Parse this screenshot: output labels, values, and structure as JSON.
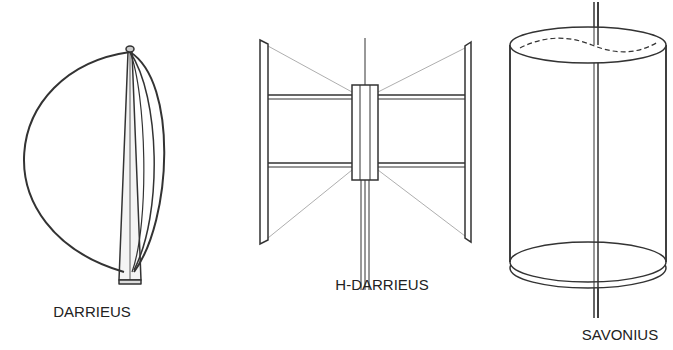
{
  "diagram": {
    "labels": [
      "DARRIEUS",
      "H-DARRIEUS",
      "SAVONIUS"
    ]
  }
}
